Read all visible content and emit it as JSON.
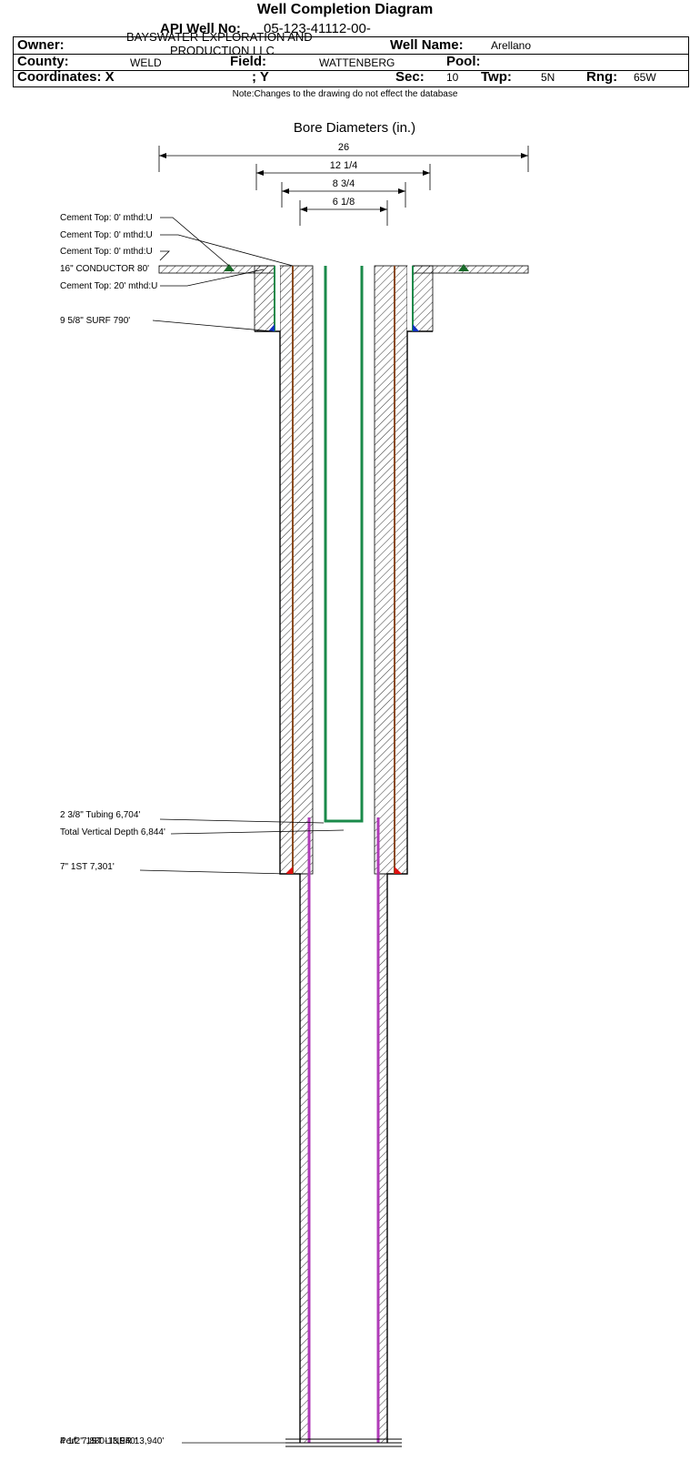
{
  "title": "Well Completion Diagram",
  "header": {
    "api_label": "API Well No:",
    "api_value": "05-123-41112-00-",
    "owner_label": "Owner:",
    "owner_value_line1": "BAYSWATER EXPLORATION AND",
    "owner_value_line2": "PRODUCTION LLC",
    "well_name_label": "Well Name:",
    "well_name_value": "Arellano",
    "county_label": "County:",
    "county_value": "WELD",
    "field_label": "Field:",
    "field_value": "WATTENBERG",
    "pool_label": "Pool:",
    "coord_label": "Coordinates: X",
    "coord_y_label": "; Y",
    "sec_label": "Sec:",
    "sec_value": "10",
    "twp_label": "Twp:",
    "twp_value": "5N",
    "rng_label": "Rng:",
    "rng_value": "65W"
  },
  "note": "Note:Changes to the drawing do not effect the database",
  "diagram": {
    "bore_title": "Bore Diameters (in.)",
    "bore_diameters": [
      "26",
      "12 1/4",
      "8 3/4",
      "6 1/8"
    ],
    "labels": {
      "cement_top_1": "Cement Top: 0' mthd:U",
      "cement_top_2": "Cement Top: 0' mthd:U",
      "cement_top_3": "Cement Top: 0' mthd:U",
      "conductor": "16\" CONDUCTOR  80'",
      "cement_top_4": "Cement Top: 20' mthd:U",
      "surface": "9 5/8\" SURF      790'",
      "tubing": "2 3/8\" Tubing 6,704'",
      "tvd": "Total Vertical Depth 6,844'",
      "first_string": "7\" 1ST       7,301'",
      "bottom_overlap": "Perf: 7,880-13,940'",
      "bottom_overlap_2": "4 1/2\" 1ST LINER 13,940'"
    },
    "colors": {
      "tubing": "#1a8a4a",
      "liner": "#b03bb8",
      "casing": "#8b4a1a",
      "surface_casing": "#1a8a4a",
      "cement_mark_surface": "#1030c0",
      "cement_mark_first": "#e01010",
      "cement_mark_conductor": "#1a6a2a"
    }
  }
}
